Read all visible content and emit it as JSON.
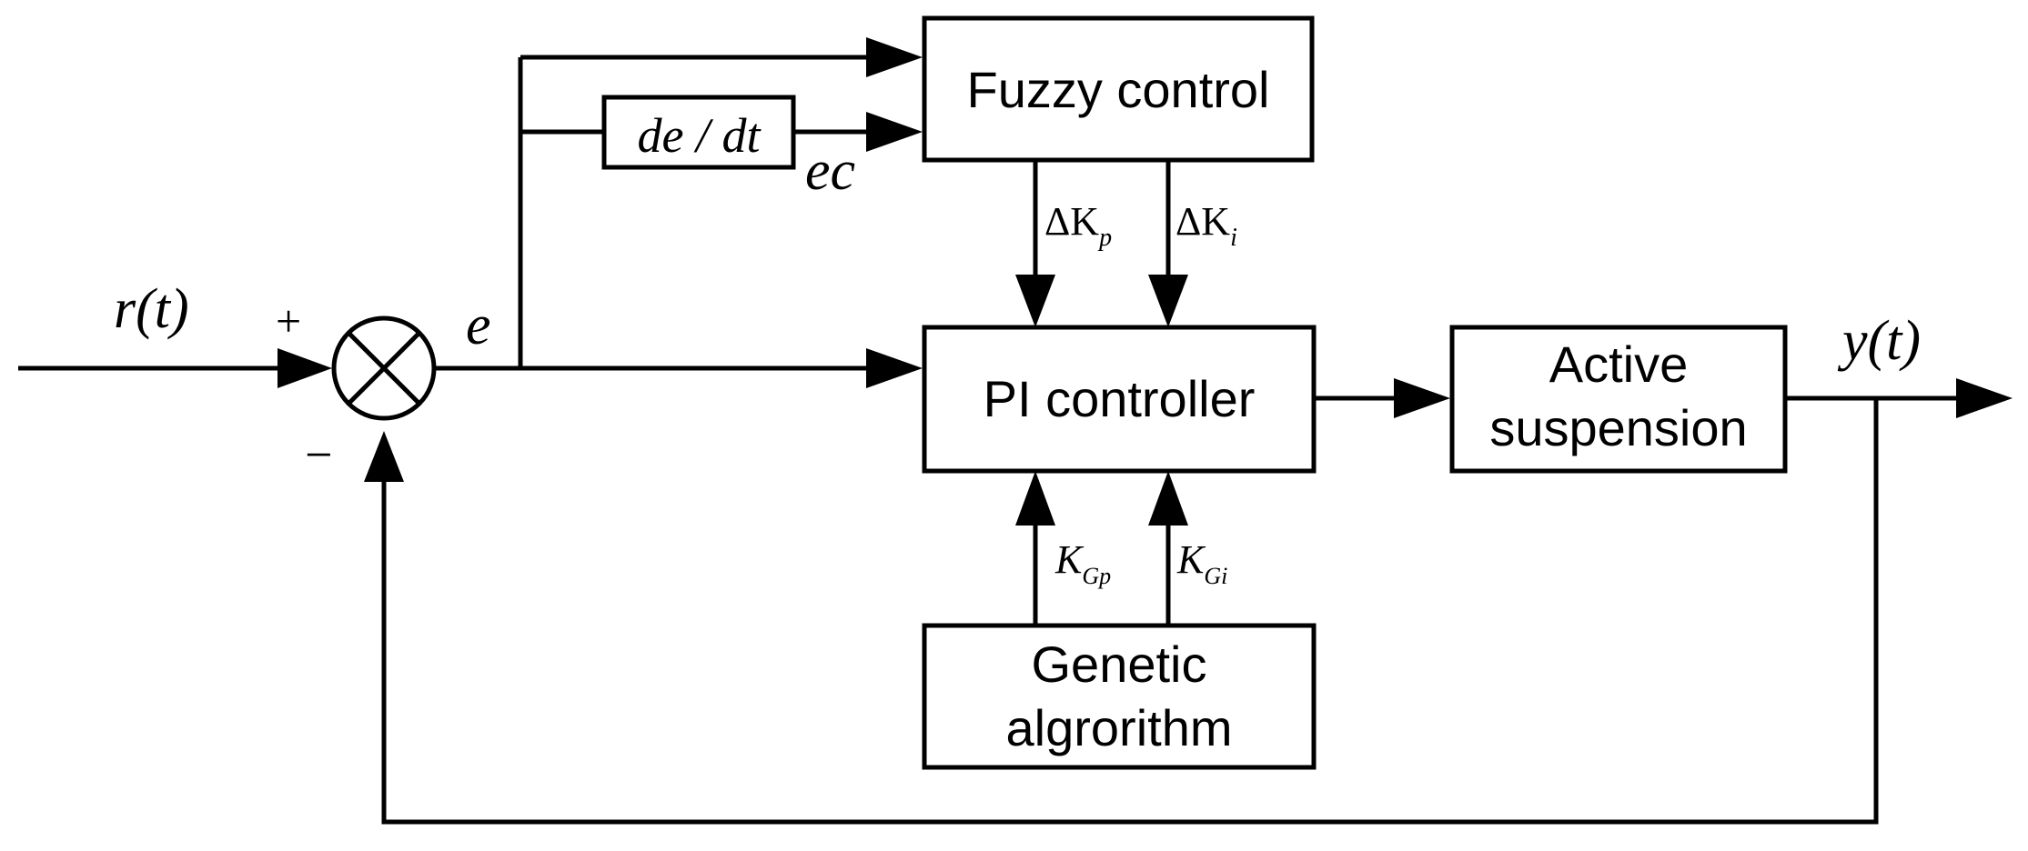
{
  "blocks": {
    "fuzzy": "Fuzzy control",
    "pi": "PI controller",
    "plant_line1": "Active",
    "plant_line2": "suspension",
    "ga_line1": "Genetic",
    "ga_line2": "algrorithm",
    "derivative": "de / dt"
  },
  "signals": {
    "reference": "r(t)",
    "output": "y(t)",
    "error": "e",
    "error_change": "ec",
    "plus_sign": "+",
    "minus_sign": "−",
    "delta_kp_symbol": "ΔK",
    "delta_kp_sub": "p",
    "delta_ki_symbol": "ΔK",
    "delta_ki_sub": "i",
    "kgp_symbol": "K",
    "kgp_sub": "Gp",
    "kgi_symbol": "K",
    "kgi_sub": "Gi"
  }
}
